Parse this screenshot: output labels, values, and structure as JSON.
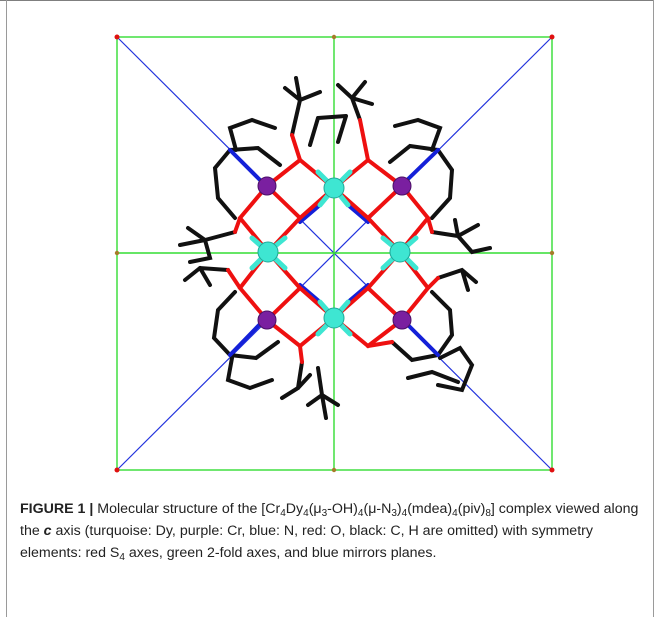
{
  "figure": {
    "label": "FIGURE 1 |",
    "caption_parts": {
      "p1": "Molecular structure of the [Cr",
      "s1": "4",
      "p2": "Dy",
      "s2": "4",
      "p3": "(μ",
      "s3": "3",
      "p4": "-OH)",
      "s4": "4",
      "p5": "(μ-N",
      "s5": "3",
      "p6": ")",
      "s6": "4",
      "p7": "(mdea)",
      "s7": "4",
      "p8": "(piv)",
      "s8": "8",
      "p9": "]",
      "p10": "complex viewed along the ",
      "axis": "c",
      "p11": " axis (turquoise: Dy, purple: Cr, blue: N, red: O, black: C, H are omitted) with symmetry elements: red S",
      "s9": "4",
      "p12": " axes, green 2-fold axes, and blue mirrors planes."
    },
    "colors": {
      "dy": "#3ee6d2",
      "cr": "#7a1fa0",
      "n": "#1420d8",
      "o": "#ee1010",
      "c": "#111111",
      "s4_axis": "#e01010",
      "twofold_axis": "#33dd33",
      "mirror": "#2233dd"
    }
  }
}
